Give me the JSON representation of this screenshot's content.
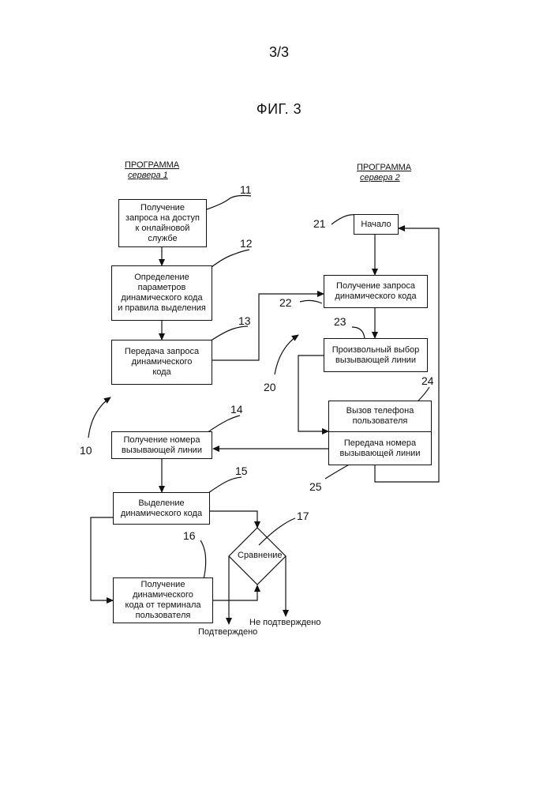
{
  "page_number": "3/3",
  "figure_title": "ФИГ. 3",
  "programs": [
    {
      "line1": "ПРОГРАММА",
      "line2": "сервера 1"
    },
    {
      "line1": "ПРОГРАММА",
      "line2": "сервера 2"
    }
  ],
  "boxes": {
    "b11": "Получение\nзапроса на доступ\nк онлайновой\nслужбе",
    "b12": "Определение\nпараметров\nдинамического кода\nи правила выделения",
    "b13": "Передача запроса\nдинамического\nкода",
    "b14": "Получение номера\nвызывающей линии",
    "b15": "Выделение\nдинамического кода",
    "b16": "Получение\nдинамического\nкода от терминала\nпользователя",
    "b21": "Начало",
    "b22": "Получение запроса\nдинамического кода",
    "b23": "Произвольный выбор\nвызывающей линии",
    "b24": "Вызов телефона\nпользователя",
    "b25": "Передача номера\nвызывающей линии"
  },
  "decision": "Сравнение",
  "outputs": {
    "confirmed": "Подтверждено",
    "not_confirmed": "Не подтверждено"
  },
  "numbers": {
    "n10": "10",
    "n11": "11",
    "n12": "12",
    "n13": "13",
    "n14": "14",
    "n15": "15",
    "n16": "16",
    "n17": "17",
    "n20": "20",
    "n21": "21",
    "n22": "22",
    "n23": "23",
    "n24": "24",
    "n25": "25"
  }
}
